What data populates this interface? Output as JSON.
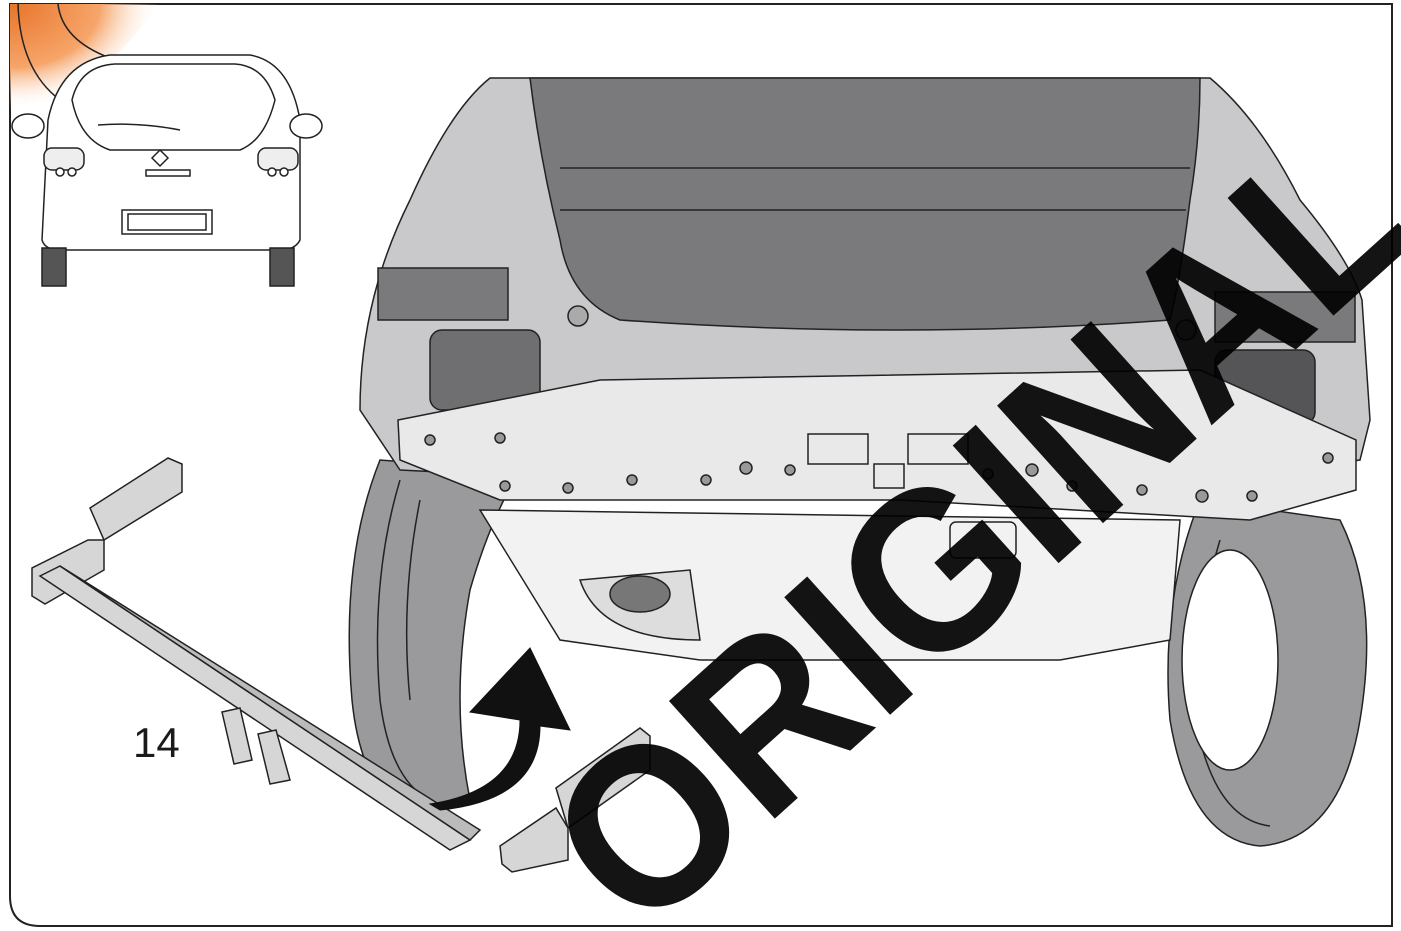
{
  "step": {
    "number": "14"
  },
  "watermark": {
    "text": "ORIGINAL"
  },
  "colors": {
    "body_fill": "#c9c9cb",
    "trunk_fill": "#7a7a7c",
    "tyre_fill": "#9a9a9c",
    "towbar_fill": "#d6d6d6",
    "line": "#222222",
    "watermark": "#000000",
    "corner_accent": "#f08a3c"
  },
  "icons": [
    "car-rear-thumbnail",
    "curved-arrow-icon",
    "towbar-crossbeam"
  ]
}
